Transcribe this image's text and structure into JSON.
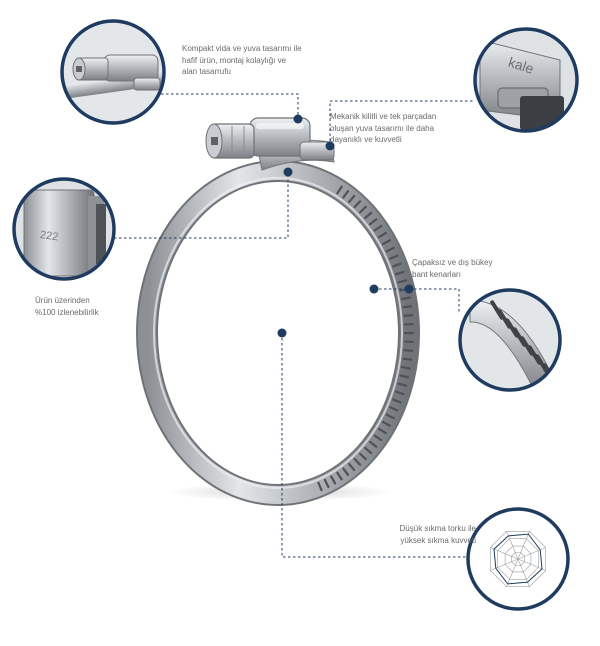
{
  "callouts": [
    {
      "id": "compact-screw",
      "text": "Kompakt vida ve yuva tasarımı ile\nhafif ürün, montaj kolaylığı ve\nalan tasarrufu"
    },
    {
      "id": "mechanical-lock",
      "text": "Mekanik kilitli ve tek parçadan\noluşan yuva tasarımı ile daha\ndayanıklı ve kuvvetli"
    },
    {
      "id": "band-edges",
      "text": "Çapaksız ve dış bükey\nbant kenarları"
    },
    {
      "id": "traceability",
      "text": "Ürün üzerinden\n%100 izlenebilirlik"
    },
    {
      "id": "torque",
      "text": "Düşük sıkma torku ile\nyüksek sıkma kuvveti"
    }
  ],
  "stamp_text": "222",
  "brand_text": "kale",
  "colors": {
    "accent": "#1f3c60",
    "steel": "#b9bdc1",
    "text": "#6a6a6a"
  }
}
